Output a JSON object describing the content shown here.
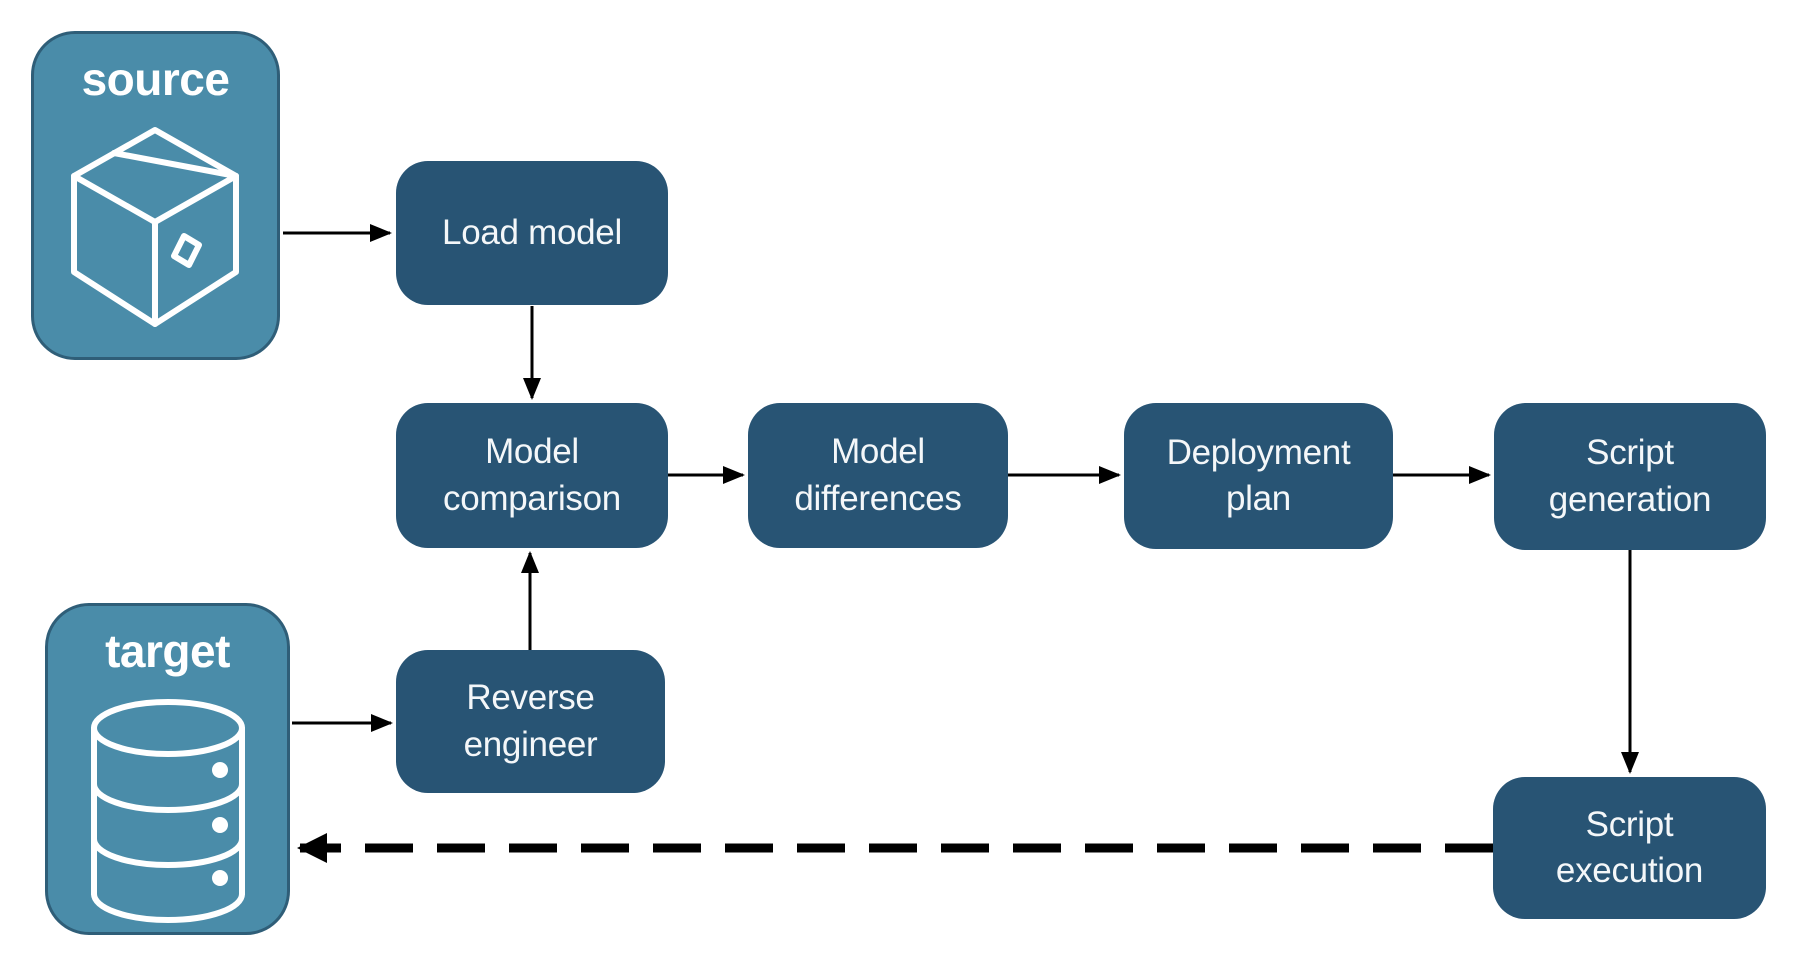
{
  "diagram": {
    "background": "#FFFFFF",
    "nodes": {
      "source": {
        "label": "source",
        "icon": "package-icon"
      },
      "target": {
        "label": "target",
        "icon": "database-icon"
      },
      "load_model": {
        "label": "Load model"
      },
      "model_comparison": {
        "label": "Model\ncomparison"
      },
      "model_differences": {
        "label": "Model\ndifferences"
      },
      "deployment_plan": {
        "label": "Deployment\nplan"
      },
      "script_generation": {
        "label": "Script\ngeneration"
      },
      "reverse_engineer": {
        "label": "Reverse\nengineer"
      },
      "script_execution": {
        "label": "Script\nexecution"
      }
    },
    "edges": [
      {
        "from": "source",
        "to": "load_model",
        "style": "solid"
      },
      {
        "from": "load_model",
        "to": "model_comparison",
        "style": "solid"
      },
      {
        "from": "target",
        "to": "reverse_engineer",
        "style": "solid"
      },
      {
        "from": "reverse_engineer",
        "to": "model_comparison",
        "style": "solid"
      },
      {
        "from": "model_comparison",
        "to": "model_differences",
        "style": "solid"
      },
      {
        "from": "model_differences",
        "to": "deployment_plan",
        "style": "solid"
      },
      {
        "from": "deployment_plan",
        "to": "script_generation",
        "style": "solid"
      },
      {
        "from": "script_generation",
        "to": "script_execution",
        "style": "solid"
      },
      {
        "from": "script_execution",
        "to": "target",
        "style": "dashed"
      }
    ],
    "colors": {
      "node_fill": "#285474",
      "entity_fill": "#4A8CA9",
      "entity_border": "#2F5E78",
      "node_text": "#F4F7F9",
      "entity_text": "#FFFFFF",
      "arrow": "#000000",
      "background": "#FFFFFF"
    }
  }
}
